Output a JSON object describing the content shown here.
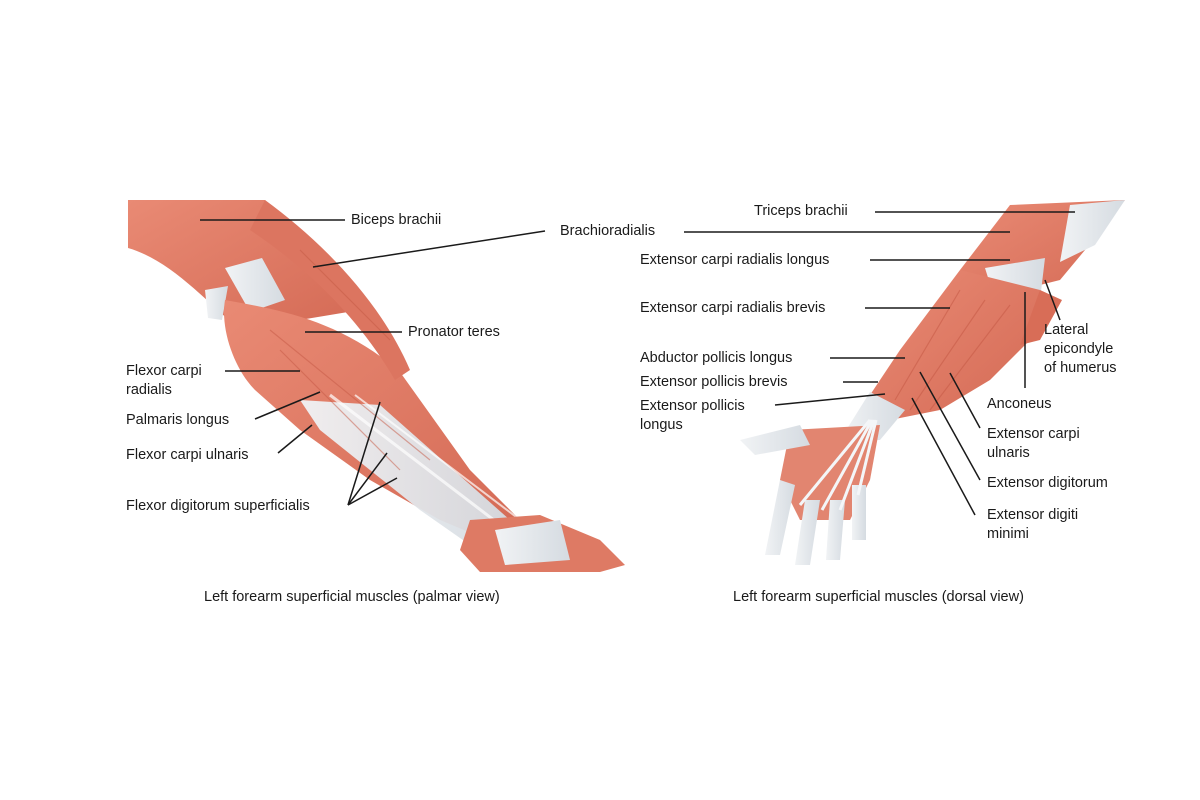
{
  "palmar": {
    "labels": {
      "biceps": "Biceps brachii",
      "brachioradialis": "Brachioradialis",
      "pronator": "Pronator teres",
      "fcr_1": "Flexor carpi",
      "fcr_2": "radialis",
      "palmaris": "Palmaris longus",
      "fcu": "Flexor carpi ulnaris",
      "fds": "Flexor digitorum superficialis"
    },
    "caption": "Left forearm superficial muscles (palmar view)"
  },
  "dorsal": {
    "labels": {
      "triceps": "Triceps brachii",
      "ecrl": "Extensor carpi radialis longus",
      "ecrb": "Extensor carpi radialis brevis",
      "apl": "Abductor pollicis longus",
      "epb": "Extensor pollicis brevis",
      "epl_1": "Extensor pollicis",
      "epl_2": "longus",
      "lat_1": "Lateral",
      "lat_2": "epicondyle",
      "lat_3": "of humerus",
      "anconeus": "Anconeus",
      "ecu_1": "Extensor carpi",
      "ecu_2": "ulnaris",
      "ed": "Extensor digitorum",
      "edm_1": "Extensor digiti",
      "edm_2": "minimi"
    },
    "caption": "Left forearm superficial muscles (dorsal view)"
  },
  "colors": {
    "muscle": "#e07d68",
    "muscle_dark": "#c9604c",
    "tendon": "#e6eaee",
    "line": "#1a1a1a"
  }
}
